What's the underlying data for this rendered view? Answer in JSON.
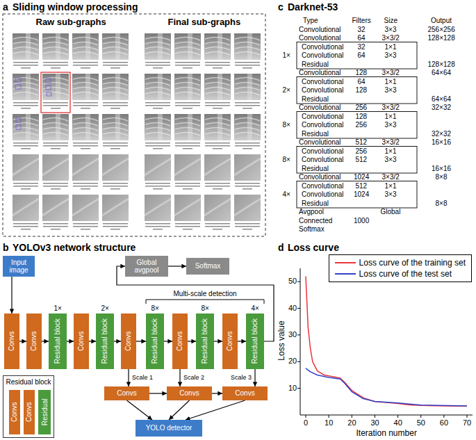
{
  "diagram": {
    "nodes": [
      {
        "text": [
          "Input image"
        ]
      },
      {
        "text": [
          "Global avgpool"
        ]
      },
      {
        "text": [
          "Softmax"
        ]
      },
      {
        "text": [
          "Convs"
        ]
      },
      {
        "text": [
          "Convs"
        ]
      },
      {
        "text": [
          "Residual block"
        ]
      },
      {
        "text": [
          "Convs"
        ]
      },
      {
        "text": [
          "Residual block"
        ]
      },
      {
        "text": [
          "Convs"
        ]
      },
      {
        "text": [
          "Residual block"
        ]
      },
      {
        "text": [
          "Convs"
        ]
      },
      {
        "text": [
          "Residual block"
        ]
      },
      {
        "text": [
          "Convs"
        ]
      },
      {
        "text": [
          "Residual block"
        ]
      },
      {
        "text": [
          "Convs"
        ]
      },
      {
        "text": [
          "Convs"
        ]
      },
      {
        "text": [
          "Convs"
        ]
      },
      {
        "text": [
          "YOLO detector"
        ]
      },
      {
        "text": [
          "Residual block"
        ]
      },
      {
        "text": [
          "Convs"
        ],
        "in": 18
      },
      {
        "text": [
          "Convs"
        ],
        "in": 18
      },
      {
        "text": [
          "Residual"
        ],
        "in": 18
      }
    ],
    "edges": [
      {
        "from": 0,
        "to": 3,
        "arrow": "to"
      },
      {
        "from": 1,
        "to": 2,
        "arrow": "to"
      },
      {
        "from": 3,
        "to": 4,
        "arrow": "to"
      },
      {
        "from": 4,
        "to": 5,
        "arrow": "to"
      },
      {
        "from": 5,
        "to": 6,
        "arrow": "to"
      },
      {
        "from": 6,
        "to": 7,
        "arrow": "to"
      },
      {
        "from": 7,
        "to": 8,
        "arrow": "to"
      },
      {
        "from": 8,
        "to": 9,
        "arrow": "to"
      },
      {
        "from": 9,
        "to": 10,
        "arrow": "to"
      },
      {
        "from": 10,
        "to": 11,
        "arrow": "to"
      },
      {
        "from": 11,
        "to": 12,
        "arrow": "to"
      },
      {
        "from": 12,
        "to": 13,
        "arrow": "to"
      },
      {
        "from": 8,
        "to": 14,
        "label": "Scale 1",
        "arrow": "to"
      },
      {
        "from": 10,
        "to": 15,
        "label": "Scale 2",
        "arrow": "to"
      },
      {
        "from": 13,
        "to": 16,
        "label": "Scale 3",
        "arrow": "to"
      },
      {
        "from": 14,
        "to": 15,
        "arrow": "to"
      },
      {
        "from": 15,
        "to": 16,
        "arrow": "to"
      },
      {
        "from": 14,
        "to": 17,
        "arrow": "to"
      },
      {
        "from": 15,
        "to": 17,
        "arrow": "to"
      },
      {
        "from": 16,
        "to": 17,
        "arrow": "to"
      },
      {
        "from": 13,
        "to": 1,
        "arrow": "to"
      }
    ],
    "labels": [
      "a",
      "Sliding window processing",
      "Raw sub-graphs",
      "Final sub-graphs",
      "b",
      "YOLOv3 network structure",
      "1×",
      "2×",
      "8×",
      "8×",
      "4×",
      "Multi-scale detection",
      "c",
      "Darknet-53",
      "Type",
      "Filters",
      "Size",
      "Output",
      "Convolutional",
      "32",
      "3×3",
      "256×256",
      "Convolutional",
      "64",
      "3×3/2",
      "128×128",
      "1×",
      "Convolutional",
      "32",
      "1×1",
      "Convolutional",
      "64",
      "3×3",
      "Residual",
      "128×128",
      "Convolutional",
      "128",
      "3×3/2",
      "64×64",
      "2×",
      "Convolutional",
      "64",
      "1×1",
      "Convolutional",
      "128",
      "3×3",
      "Residual",
      "64×64",
      "Convolutional",
      "256",
      "3×3/2",
      "32×32",
      "8×",
      "Convolutional",
      "128",
      "1×1",
      "Convolutional",
      "256",
      "3×3",
      "Residual",
      "32×32",
      "Convolutional",
      "512",
      "3×3/2",
      "16×16",
      "8×",
      "Convolutional",
      "256",
      "1×1",
      "Convolutional",
      "512",
      "3×3",
      "Residual",
      "16×16",
      "Convolutional",
      "1024",
      "3×3/2",
      "8×8",
      "4×",
      "Convolutional",
      "512",
      "1×1",
      "Convolutional",
      "1024",
      "3×3",
      "Residual",
      "8×8",
      "Avgpool",
      "Global",
      "Connected",
      "1000",
      "Softmax",
      "d",
      "Loss curve",
      "Loss value",
      "Iteration number",
      "10",
      "20",
      "30",
      "40",
      "50",
      "0",
      "10",
      "20",
      "30",
      "40",
      "50",
      "60",
      "70"
    ],
    "legend": [
      {
        "text": "Loss curve of the training set"
      },
      {
        "text": "Loss curve of the test set"
      }
    ]
  }
}
